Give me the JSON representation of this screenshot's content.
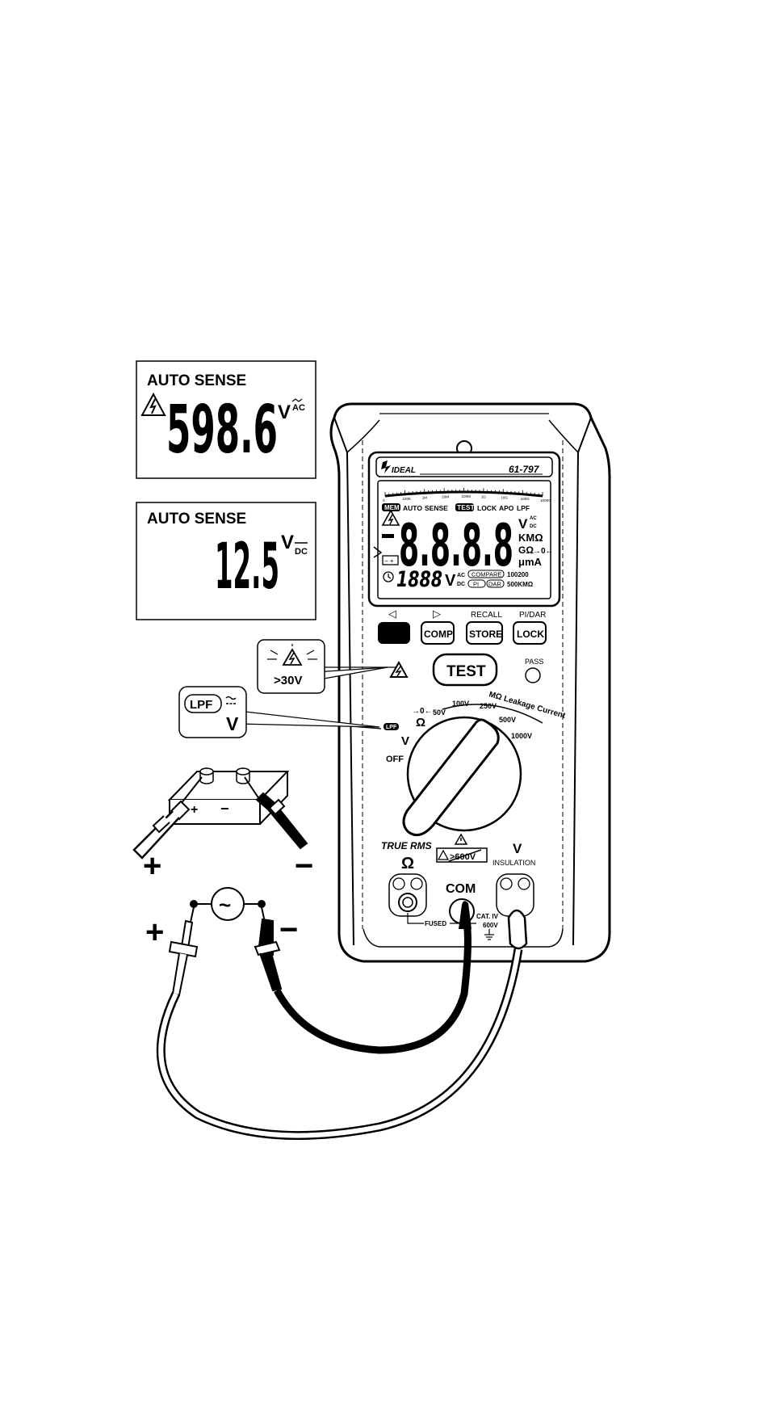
{
  "panels": [
    {
      "header": "AUTO SENSE",
      "reading": "598.6",
      "unit": "V",
      "mode": "AC"
    },
    {
      "header": "AUTO SENSE",
      "reading": "12.5",
      "unit": "V",
      "mode": "DC"
    }
  ],
  "callouts": {
    "high_voltage": ">30V",
    "lpf_tag": "LPF",
    "lpf_symbol": "V"
  },
  "meter": {
    "brand": "IDEAL",
    "model": "61-797",
    "bargraph_ticks": [
      "0",
      "100K",
      "1M",
      "10M",
      "100M",
      "1G",
      "10G",
      "100G",
      "1000G"
    ],
    "annunciators": [
      "MEM",
      "AUTO",
      "SENSE",
      "TEST",
      "LOCK",
      "APO",
      "LPF"
    ],
    "main_digits": "8.8.8.8",
    "main_units": [
      "V",
      "KMΩ",
      "GΩ",
      "μmA"
    ],
    "main_unit_ac": "AC",
    "main_unit_dc": "DC",
    "sub_digits": "1888",
    "sub_unit": "V",
    "sub_ac": "AC",
    "sub_dc": "DC",
    "compare_label": "COMPARE",
    "pi_label": "PI",
    "dar_label": "DAR",
    "range_a": "100200",
    "range_b": "500KMΩ",
    "buttons": [
      {
        "top": "◁",
        "label": ""
      },
      {
        "top": "▷",
        "label": "COMP"
      },
      {
        "top": "RECALL",
        "label": "STORE"
      },
      {
        "top": "PI/DAR",
        "label": "LOCK"
      }
    ],
    "test_button": "TEST",
    "pass_label": "PASS",
    "dial": {
      "off": "OFF",
      "v": "V",
      "ohm": "Ω",
      "cont": "→0←",
      "lpf": "LPF",
      "insulation_header": "MΩ Leakage Current",
      "ranges": [
        "50V",
        "100V",
        "250V",
        "500V",
        "1000V"
      ]
    },
    "true_rms": "TRUE RMS",
    "jack_ohm": "Ω",
    "jack_com": "COM",
    "jack_v": "V",
    "insulation": "INSULATION",
    "warn_box": ">600V",
    "fused": "FUSED",
    "cat": "CAT. IV",
    "cat_volts": "600V"
  },
  "sources": {
    "battery_plus": "+",
    "battery_minus": "−",
    "dc_lead_plus": "+",
    "dc_lead_minus": "−",
    "ac_lead_plus": "+",
    "ac_lead_minus": "−",
    "ac_symbol": "~"
  }
}
